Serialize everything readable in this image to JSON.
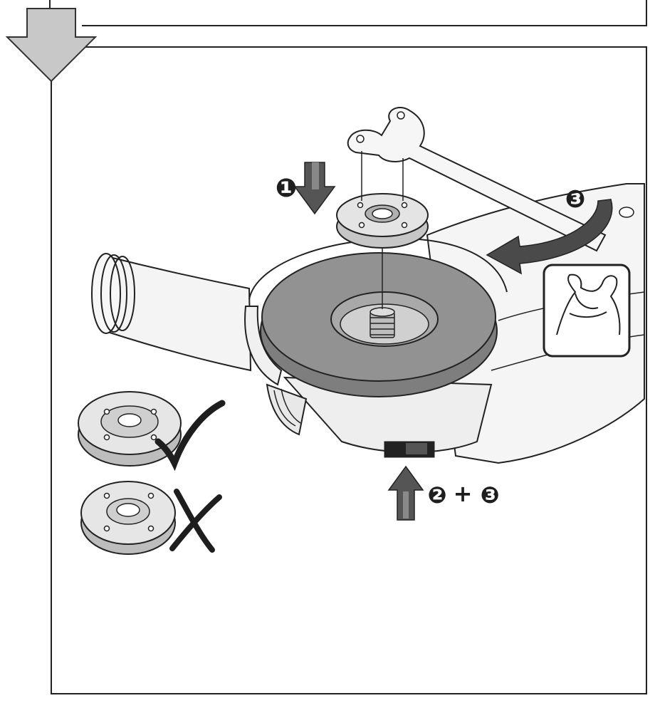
{
  "steps": {
    "step1": "❶",
    "step3": "❸",
    "step2": "❷",
    "plus": "+",
    "step3b": "❸"
  },
  "colors": {
    "arrow_fill": "#c8c8c8",
    "disc_fill": "#8a8a8a",
    "metal_fill": "#d8d8d8",
    "ink": "#1e1e1e"
  },
  "icons": {
    "down_arrow": "down-arrow-icon",
    "correct": "check-icon",
    "incorrect": "cross-icon",
    "strength": "flexed-arm-icon"
  }
}
